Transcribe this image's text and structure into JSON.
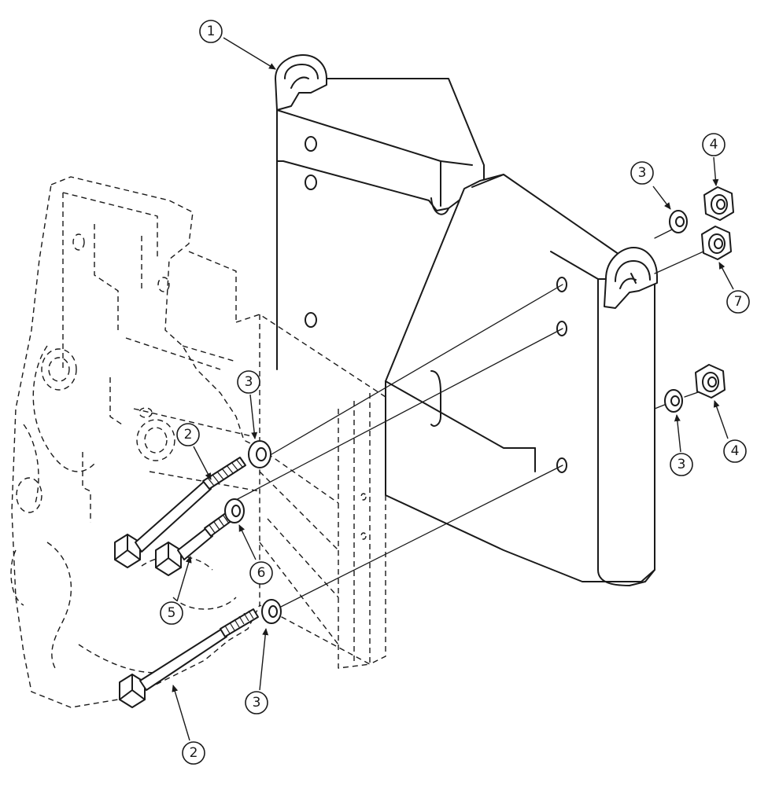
{
  "callouts": [
    {
      "label": "1"
    },
    {
      "label": "2"
    },
    {
      "label": "2"
    },
    {
      "label": "3"
    },
    {
      "label": "3"
    },
    {
      "label": "3"
    },
    {
      "label": "3"
    },
    {
      "label": "4"
    },
    {
      "label": "4"
    },
    {
      "label": "5"
    },
    {
      "label": "6"
    },
    {
      "label": "7"
    }
  ],
  "colors": {
    "line": "#1a1a1a",
    "background": "#ffffff"
  }
}
